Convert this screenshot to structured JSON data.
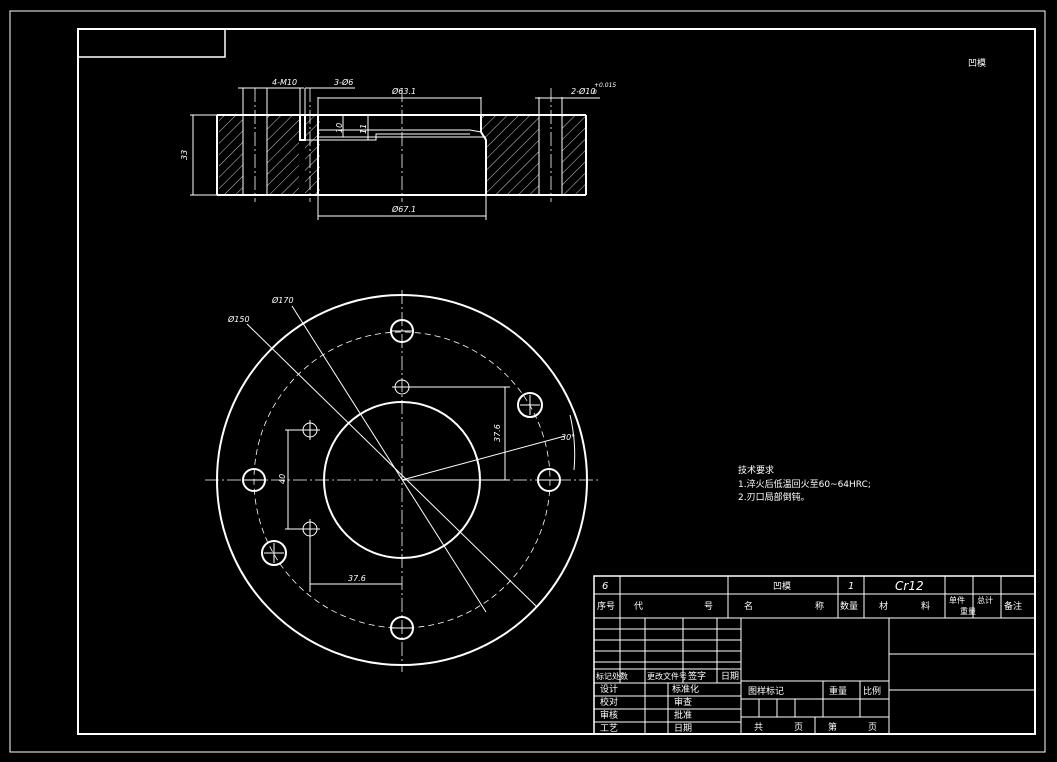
{
  "sheet": {
    "top_label": "凹模"
  },
  "section_view": {
    "dims": {
      "tapped_holes": "4-M10",
      "pin_holes": "3-Ø6",
      "top_bore": "Ø63.1",
      "dowel_holes": "2-Ø10",
      "dowel_tol": "+0.015",
      "dowel_tol_low": "0",
      "height": "33",
      "step_a": "10",
      "step_b": "11",
      "bottom_bore": "Ø67.1"
    }
  },
  "plan_view": {
    "dims": {
      "outer_dia": "Ø170",
      "bolt_circle": "Ø150",
      "vertical_offset": "37.6",
      "left_spacing": "40",
      "horizontal_offset": "37.6",
      "angle": "30°"
    }
  },
  "tech_req": {
    "heading": "技术要求",
    "lines": [
      "1.淬火后低温回火至60~64HRC;",
      "2.刃口局部倒钝。"
    ]
  },
  "title_block": {
    "part_row": {
      "index": "6",
      "name": "凹模",
      "qty": "1",
      "material": "Cr12"
    },
    "header": {
      "seq": "序号",
      "code_a": "代",
      "code_b": "号",
      "name_a": "名",
      "name_b": "称",
      "qty": "数量",
      "mat_a": "材",
      "mat_b": "料",
      "unit_weight": "单件",
      "total_weight": "总计",
      "weight": "重量",
      "remark": "备注"
    },
    "change_header": {
      "mark": "标记处数",
      "doc": "更改文件号",
      "sign": "签字",
      "date": "日期"
    },
    "approvals": {
      "design": "设计",
      "standard": "标准化",
      "check": "校对",
      "review": "审查",
      "audit": "审核",
      "approve": "批准",
      "process": "工艺",
      "date": "日期"
    },
    "drawing_mark": "图样标记",
    "weight_label": "重量",
    "scale_label": "比例",
    "total_pages": "共",
    "page_unit": "页",
    "page_no": "第",
    "page_unit_2": "页"
  }
}
